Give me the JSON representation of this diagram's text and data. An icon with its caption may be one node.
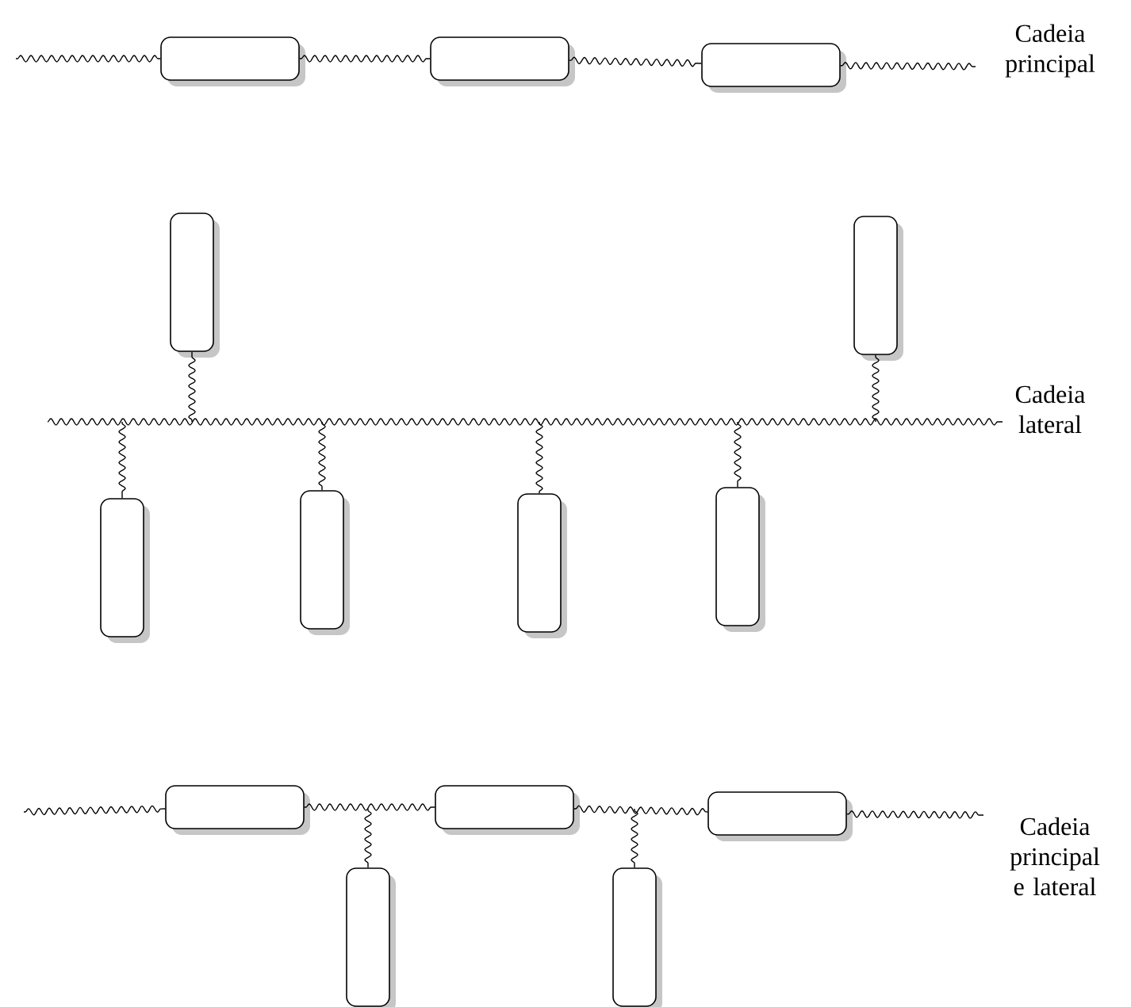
{
  "diagram": {
    "nodes": [
      {
        "text": [],
        "shape": "box"
      },
      {
        "text": [],
        "shape": "box"
      },
      {
        "text": [],
        "shape": "box"
      },
      {
        "text": [],
        "shape": "box"
      },
      {
        "text": [],
        "shape": "box"
      },
      {
        "text": [],
        "shape": "box"
      },
      {
        "text": [],
        "shape": "box"
      },
      {
        "text": [],
        "shape": "box"
      },
      {
        "text": [],
        "shape": "box"
      },
      {
        "text": [],
        "shape": "box"
      },
      {
        "text": [],
        "shape": "box"
      },
      {
        "text": [],
        "shape": "box"
      },
      {
        "text": [],
        "shape": "box"
      },
      {
        "text": [],
        "shape": "box"
      }
    ],
    "edges": [
      {
        "from": null,
        "to": 0,
        "arrow": "none"
      },
      {
        "from": 0,
        "to": 1,
        "arrow": "none"
      },
      {
        "from": 1,
        "to": 2,
        "arrow": "none"
      },
      {
        "from": 2,
        "to": null,
        "arrow": "none"
      },
      {
        "from": null,
        "to": 3,
        "arrow": "none"
      },
      {
        "from": null,
        "to": 4,
        "arrow": "none"
      },
      {
        "from": null,
        "to": 5,
        "arrow": "none"
      },
      {
        "from": null,
        "to": 6,
        "arrow": "none"
      },
      {
        "from": null,
        "to": 7,
        "arrow": "none"
      },
      {
        "from": null,
        "to": 8,
        "arrow": "none"
      },
      {
        "from": null,
        "to": 9,
        "arrow": "none"
      },
      {
        "from": 9,
        "to": 10,
        "arrow": "none"
      },
      {
        "from": 10,
        "to": 11,
        "arrow": "none"
      },
      {
        "from": 11,
        "to": null,
        "arrow": "none"
      },
      {
        "from": null,
        "to": 12,
        "arrow": "none"
      },
      {
        "from": null,
        "to": 13,
        "arrow": "none"
      }
    ],
    "labels": [
      "Cadeia principal",
      "Cadeia lateral",
      "Cadeia principal e lateral"
    ]
  }
}
